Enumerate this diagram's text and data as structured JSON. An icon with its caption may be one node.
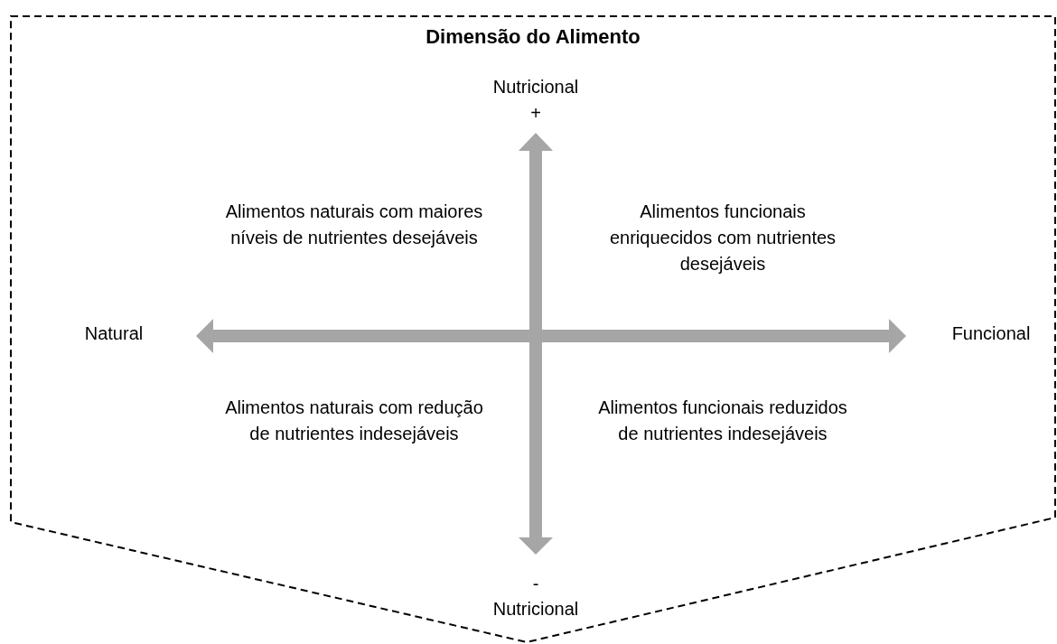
{
  "diagram": {
    "nodes": [
      {
        "text": [
          "Dimensão do Alimento"
        ]
      }
    ],
    "labels": [
      "Nutricional",
      "+",
      "Alimentos naturais com maiores níveis de nutrientes desejáveis",
      "Alimentos funcionais enriquecidos com nutrientes desejáveis",
      "Natural",
      "Funcional",
      "Alimentos naturais com redução de nutrientes indesejáveis",
      "Alimentos funcionais reduzidos de nutrientes indesejáveis",
      "-",
      "Nutricional"
    ]
  }
}
